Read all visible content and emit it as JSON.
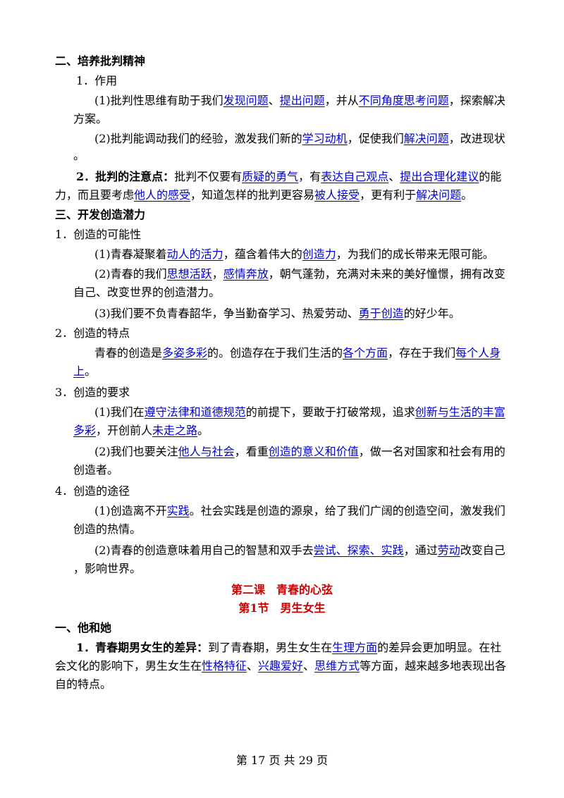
{
  "sections": {
    "s2_title": "二、培养批判精神",
    "s2_1_title": "1．作用",
    "p1_a": "(1)批判性思维有助于我们",
    "p1_h1": "发现问题",
    "p1_b": "、",
    "p1_h2": "提出问题",
    "p1_c": "，并从",
    "p1_h3": "不同角度思考问题",
    "p1_d": "，探索解决",
    "p1_e": "方案。",
    "p2_a": "(2)批判能调动我们的经验，激发我们新的",
    "p2_h1": "学习动机",
    "p2_b": "，促使我们",
    "p2_h2": "解决问题",
    "p2_c": "，改进现状",
    "p2_d": "。",
    "p3_bold": "2．批判的注意点：",
    "p3_a": "批判不仅要有",
    "p3_h1": "质疑的勇气",
    "p3_b": "，有",
    "p3_h2": "表达自己观点",
    "p3_c": "、",
    "p3_h3": "提出合理化建议",
    "p3_d": "的能",
    "p3_e": "力，而且要考虑",
    "p3_h4": "他人的感受",
    "p3_f": "，知道怎样的批判更容易",
    "p3_h5": "被人接受",
    "p3_g": "，更有利于",
    "p3_h6": "解决问题",
    "p3_h": "。",
    "s3_title": "三、开发创造潜力",
    "s3_1_title": "1．创造的可能性",
    "q1_a": "(1)青春凝聚着",
    "q1_h1": "动人的活力",
    "q1_b": "，蕴含着伟大的",
    "q1_h2": "创造力",
    "q1_c": "，为我们的成长带来无限可能。",
    "q2_a": "(2)青春的我们",
    "q2_h1": "思想活跃",
    "q2_b": "，",
    "q2_h2": "感情奔放",
    "q2_c": "，朝气蓬勃，充满对未来的美好憧憬，拥有改变",
    "q2_d": "自己、改变世界的创造潜力。",
    "q3_a": "(3)我们要不负青春韶华，争当勤奋学习、热爱劳动、",
    "q3_h1": "勇于创造",
    "q3_b": "的好少年。",
    "s3_2_title": "2．创造的特点",
    "r1_a": "青春的创造是",
    "r1_h1": "多姿多彩",
    "r1_b": "的。创造存在于我们生活的",
    "r1_h2": "各个方面",
    "r1_c": "，存在于我们",
    "r1_h3": "每个人身",
    "r1_h4": "上",
    "r1_d": "。",
    "s3_3_title": "3．创造的要求",
    "t1_a": "(1)我们在",
    "t1_h1": "遵守法律和道德规范",
    "t1_b": "的前提下，要敢于打破常规，追求",
    "t1_h2": "创新与生活的丰富",
    "t1_h3": "多彩",
    "t1_c": "，开创前人",
    "t1_h4": "未走之路",
    "t1_d": "。",
    "t2_a": "(2)我们也要关注",
    "t2_h1": "他人与社会",
    "t2_b": "，看重",
    "t2_h2": "创造的意义和价值",
    "t2_c": "，做一名对国家和社会有用的",
    "t2_d": "创造者。",
    "s3_4_title": "4．创造的途径",
    "u1_a": "(1)创造离不开",
    "u1_h1": "实践",
    "u1_b": "。社会实践是创造的源泉，给了我们广阔的创造空间，激发我们",
    "u1_c": "创造的热情。",
    "u2_a": "(2)青春的创造意味着用自己的智慧和双手去",
    "u2_h1": "尝试、探索、实践",
    "u2_b": "，通过",
    "u2_h2": "劳动",
    "u2_c": "改变自己",
    "u2_d": "，影响世界。",
    "lesson_title": "第二课　青春的心弦",
    "section_title": "第1节　男生女生",
    "s1_title": "一、他和她",
    "v1_bold": "1．青春期男女生的差异：",
    "v1_a": "到了青春期，男生女生在",
    "v1_h1": "生理方面",
    "v1_b": "的差异会更加明显。在社",
    "v1_c": "会文化的影响下，男生女生在",
    "v1_h2": "性格特征",
    "v1_d": "、",
    "v1_h3": "兴趣爱好",
    "v1_e": "、",
    "v1_h4": "思维方式",
    "v1_f": "等方面，越来越多地表现出各",
    "v1_g": "自的特点。"
  },
  "footer": {
    "page_label": "第 17 页  共 29 页"
  },
  "colors": {
    "highlight": "#0000cc",
    "heading_red": "#cc0000"
  }
}
